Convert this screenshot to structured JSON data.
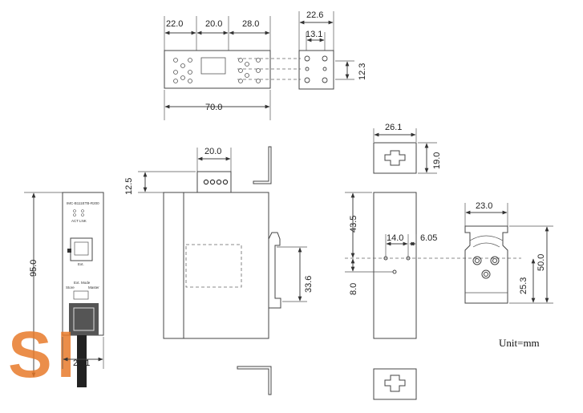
{
  "unit_label": "Unit=mm",
  "top_view": {
    "dims": {
      "a": "22.0",
      "b": "20.0",
      "c": "28.0",
      "width": "70.0"
    }
  },
  "bracket_small": {
    "dims": {
      "width": "22.6",
      "inner": "13.1",
      "height": "12.3"
    }
  },
  "front_view": {
    "model_label": "IMC-B111ETB-R200",
    "led_labels": [
      "ACT",
      "LNK"
    ],
    "port_label": "Ext.",
    "mode_title": "Ext. Mode",
    "mode_left": "Store",
    "mode_right": "Master",
    "dims": {
      "height": "95.0",
      "width": "26.1"
    },
    "watermark": "SI"
  },
  "side_view": {
    "dims": {
      "top_width": "20.0",
      "top_offset": "12.5",
      "window_height": "33.6"
    }
  },
  "rail_view": {
    "dims": {
      "width": "26.1",
      "clip_height": "19.0",
      "upper": "43.5",
      "spacing": "14.0",
      "offset": "6.05",
      "lower": "8.0"
    }
  },
  "din_clip": {
    "dims": {
      "width": "23.0",
      "height": "50.0",
      "lower": "25.3"
    }
  }
}
